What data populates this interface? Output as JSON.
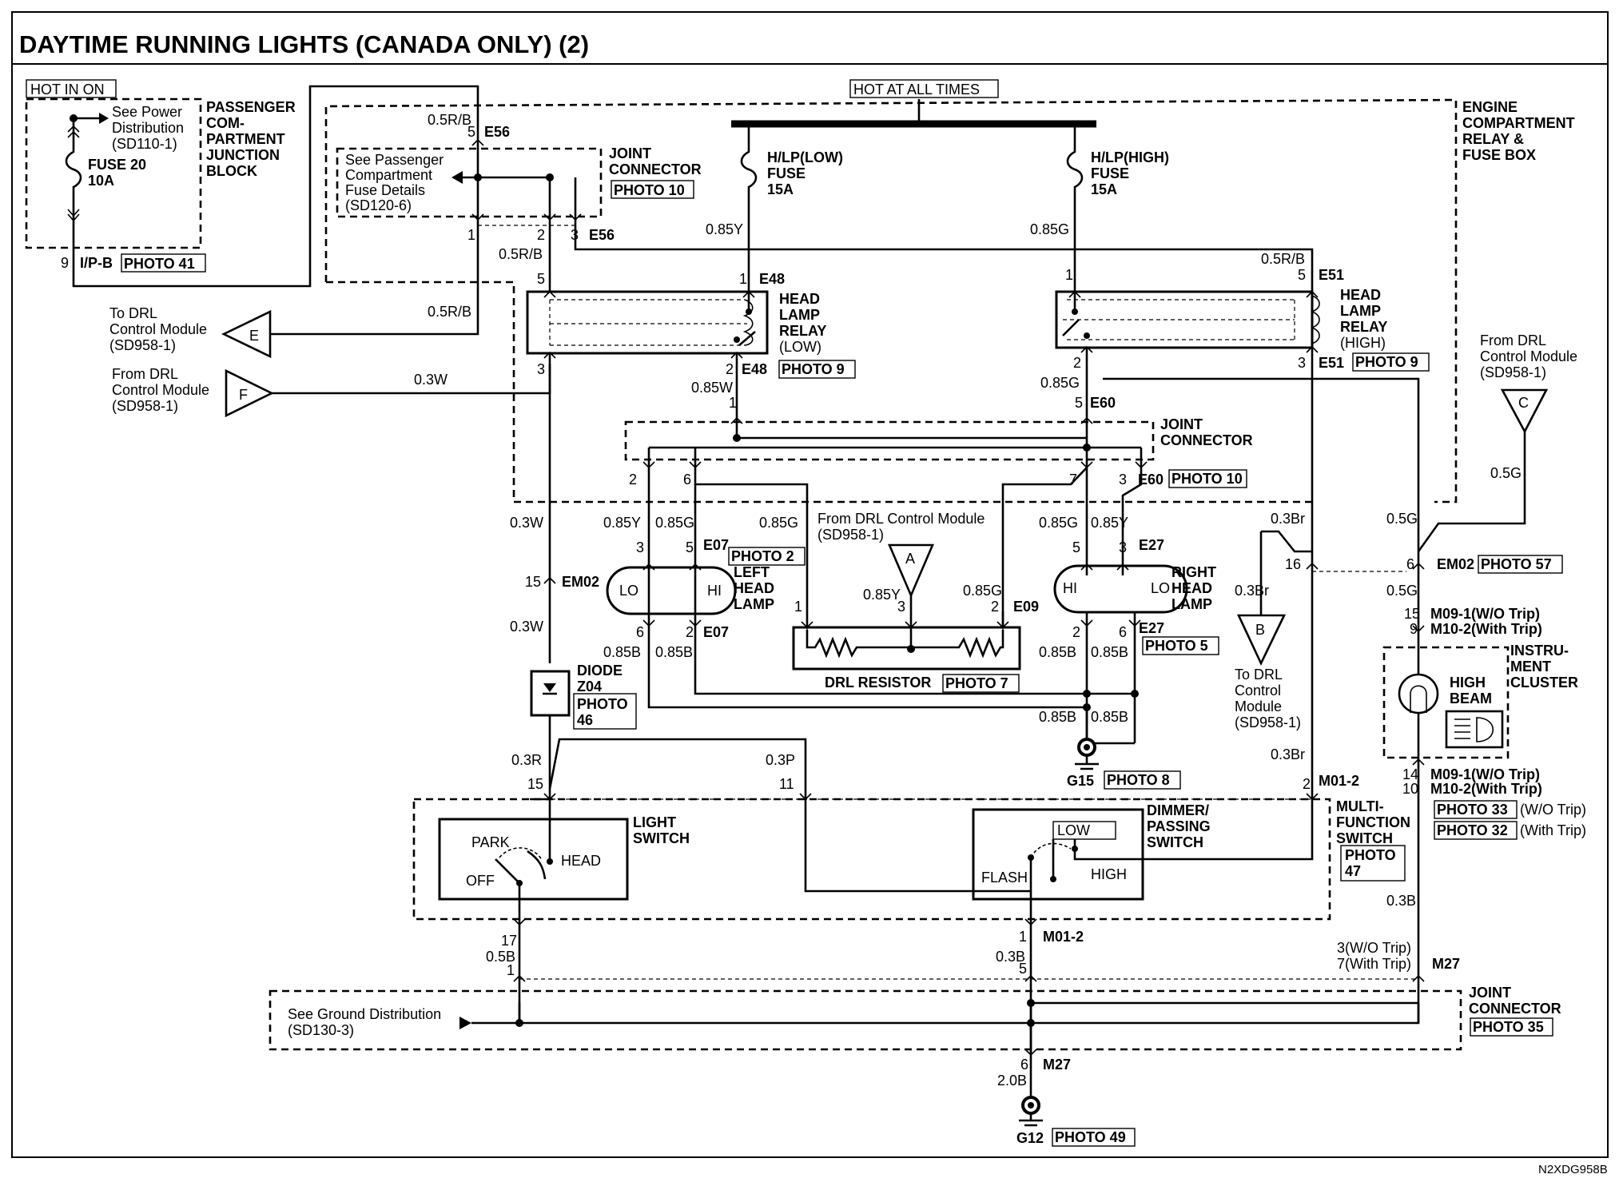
{
  "title": "DAYTIME RUNNING LIGHTS (CANADA ONLY) (2)",
  "doc_code": "N2XDG958B",
  "power": {
    "hot_in_on": "HOT IN ON",
    "hot_at_all_times": "HOT AT ALL TIMES",
    "see_power_dist": [
      "See Power",
      "Distribution",
      "(SD110-1)"
    ],
    "fuse20": [
      "FUSE 20",
      "10A"
    ],
    "junction_block": [
      "PASSENGER",
      "COM-",
      "PARTMENT",
      "JUNCTION",
      "BLOCK"
    ],
    "ipb_pin": "9",
    "ipb_conn": "I/P-B",
    "ipb_photo": "PHOTO 41",
    "fuse_low": [
      "H/LP(LOW)",
      "FUSE",
      "15A"
    ],
    "fuse_high": [
      "H/LP(HIGH)",
      "FUSE",
      "15A"
    ],
    "engine_box": [
      "ENGINE",
      "COMPARTMENT",
      "RELAY &",
      "FUSE BOX"
    ]
  },
  "connectors": {
    "see_pass_fuse": [
      "See Passenger",
      "Compartment",
      "Fuse Details",
      "(SD120-6)"
    ],
    "joint1_name": [
      "JOINT",
      "CONNECTOR"
    ],
    "joint1_photo": "PHOTO 10",
    "e56": "E56",
    "e48": "E48",
    "e51": "E51",
    "e60": "E60",
    "e07": "E07",
    "e27": "E27",
    "e09": "E09",
    "em02": "EM02",
    "m01": "M01-2",
    "m27": "M27",
    "joint2_name": [
      "JOINT",
      "CONNECTOR"
    ],
    "joint2_photo": "PHOTO 10",
    "joint3_name": [
      "JOINT",
      "CONNECTOR"
    ],
    "joint3_photo": "PHOTO 35",
    "m09_a": "M09-1(W/O Trip)",
    "m10_a": "M10-2(With Trip)",
    "m09_b": "M09-1(W/O Trip)",
    "m10_b": "M10-2(With Trip)",
    "m27_trip": [
      "3(W/O Trip)",
      "7(With Trip)"
    ],
    "photo_em02": "PHOTO 57",
    "photo33": "PHOTO 33",
    "photo33_note": "(W/O Trip)",
    "photo32": "PHOTO 32",
    "photo32_note": "(With Trip)"
  },
  "relays": {
    "low_name": [
      "HEAD",
      "LAMP",
      "RELAY",
      "(LOW)"
    ],
    "low_photo": "PHOTO 9",
    "high_name": [
      "HEAD",
      "LAMP",
      "RELAY",
      "(HIGH)"
    ],
    "high_photo": "PHOTO 9"
  },
  "offpage": {
    "to_drl_e": [
      "To DRL",
      "Control Module",
      "(SD958-1)"
    ],
    "e": "E",
    "from_drl_f": [
      "From DRL",
      "Control Module",
      "(SD958-1)"
    ],
    "f": "F",
    "from_drl_c": [
      "From DRL",
      "Control Module",
      "(SD958-1)"
    ],
    "c": "C",
    "from_drl_a": [
      "From DRL Control Module",
      "(SD958-1)"
    ],
    "a": "A",
    "to_drl_b": [
      "To DRL",
      "Control",
      "Module",
      "(SD958-1)"
    ],
    "b": "B"
  },
  "lamps": {
    "left_name": [
      "LEFT",
      "HEAD",
      "LAMP"
    ],
    "left_photo": "PHOTO 2",
    "right_name": [
      "RIGHT",
      "HEAD",
      "LAMP"
    ],
    "right_photo": "PHOTO 5",
    "lo": "LO",
    "hi": "HI",
    "resistor": "DRL RESISTOR",
    "resistor_photo": "PHOTO 7",
    "diode": [
      "DIODE",
      "Z04"
    ],
    "diode_photo": [
      "PHOTO",
      "46"
    ],
    "g15": "G15",
    "g15_photo": "PHOTO 8",
    "g12": "G12",
    "g12_photo": "PHOTO 49",
    "cluster_name": [
      "INSTRU-",
      "MENT",
      "CLUSTER"
    ],
    "high_beam": [
      "HIGH",
      "BEAM"
    ]
  },
  "switches": {
    "light_switch": [
      "LIGHT",
      "SWITCH"
    ],
    "park": "PARK",
    "off": "OFF",
    "head": "HEAD",
    "dimmer": [
      "DIMMER/",
      "PASSING",
      "SWITCH"
    ],
    "low": "LOW",
    "flash": "FLASH",
    "high": "HIGH",
    "multi": [
      "MULTI-",
      "FUNCTION",
      "SWITCH"
    ],
    "multi_photo": [
      "PHOTO",
      "47"
    ],
    "see_ground": [
      "See Ground Distribution",
      "(SD130-3)"
    ]
  },
  "wires": {
    "w05rb_1": "0.5R/B",
    "w05rb_2": "0.5R/B",
    "w05rb_3": "0.5R/B",
    "w05rb_4": "0.5R/B",
    "w085y": "0.85Y",
    "w085g": "0.85G",
    "w03w_f": "0.3W",
    "w085w": "0.85W",
    "w085g_r": "0.85G",
    "w03w_a": "0.3W",
    "w03w_b": "0.3W",
    "w085y_l": "0.85Y",
    "w085g_l": "0.85G",
    "w085g_l2": "0.85G",
    "w085g_r1": "0.85G",
    "w085y_r": "0.85Y",
    "w03br": "0.3Br",
    "w03br_b": "0.3Br",
    "w03br_c": "0.3Br",
    "w05g_c": "0.5G",
    "w05g_1": "0.5G",
    "w05g_2": "0.5G",
    "w085y_a": "0.85Y",
    "w085g_a": "0.85G",
    "w085b_1": "0.85B",
    "w085b_2": "0.85B",
    "w085b_3": "0.85B",
    "w085b_4": "0.85B",
    "w085b_5": "0.85B",
    "w085b_6": "0.85B",
    "w03r": "0.3R",
    "w03p": "0.3P",
    "w05b": "0.5B",
    "w03b_1": "0.3B",
    "w03b_2": "0.3B",
    "w20b": "2.0B"
  },
  "pins": {
    "p5a": "5",
    "p1a": "1",
    "p2a": "2",
    "p3a": "3",
    "e48_5": "5",
    "e48_1": "1",
    "e48_3": "3",
    "e48_2": "2",
    "e51_1": "1",
    "e51_5": "5",
    "e51_2": "2",
    "e51_3": "3",
    "e60_5": "5",
    "e60_1": "1",
    "e60_2": "2",
    "e60_6": "6",
    "e60_7": "7",
    "e60_3": "3",
    "e07_3": "3",
    "e07_5": "5",
    "e07_6": "6",
    "e07_2": "2",
    "e27_5": "5",
    "e27_3": "3",
    "e27_2": "2",
    "e27_6": "6",
    "e09_1": "1",
    "e09_3": "3",
    "e09_2": "2",
    "em02_15": "15",
    "em02_16": "16",
    "em02_6": "6",
    "m09_15": "15",
    "m10_9": "9",
    "m09_14": "14",
    "m10_10": "10",
    "ls_15": "15",
    "ls_11": "11",
    "ls_2": "2",
    "m01_17": "17",
    "m01_1": "1",
    "m01_1b": "1",
    "m01_5": "5",
    "m27_6": "6"
  }
}
